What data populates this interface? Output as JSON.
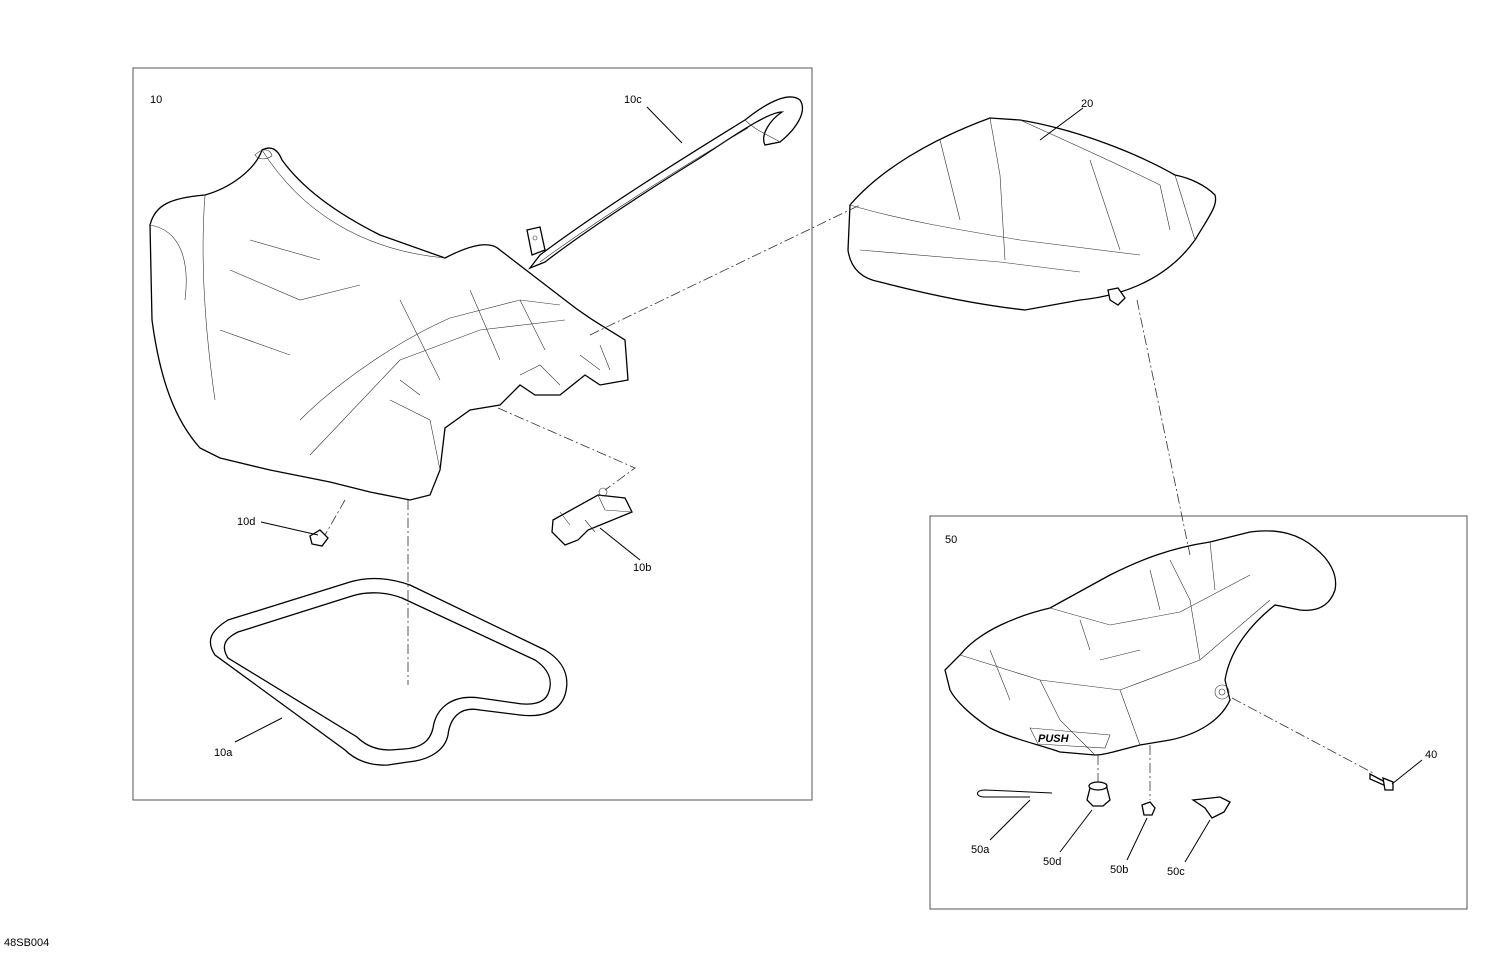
{
  "diagram": {
    "code": "48SB004",
    "groups": [
      {
        "id": "10",
        "label": "10"
      },
      {
        "id": "50",
        "label": "50"
      }
    ],
    "callouts": {
      "c10a": "10a",
      "c10b": "10b",
      "c10c": "10c",
      "c10d": "10d",
      "c20": "20",
      "c40": "40",
      "c50a": "50a",
      "c50b": "50b",
      "c50c": "50c",
      "c50d": "50d"
    },
    "tub_emboss": "PUSH"
  }
}
